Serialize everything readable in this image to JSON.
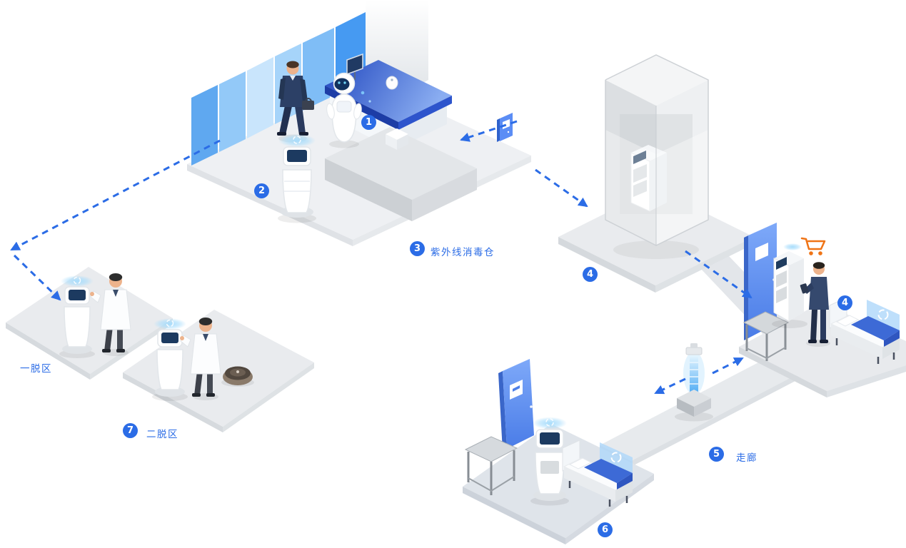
{
  "diagram": {
    "badges": {
      "b1": "1",
      "b2": "2",
      "b3": "3",
      "b4_elevator": "4",
      "b4_ward": "4",
      "b5": "5",
      "b6": "6",
      "b7": "7"
    },
    "labels": {
      "uv_chamber": "紫外线消毒仓",
      "corridor": "走廊",
      "doffing_area_1": "一脱区",
      "doffing_area_2": "二脱区"
    },
    "colors": {
      "accent_blue": "#2b6ce6",
      "wall_blue": "#5fa8f0",
      "door_blue": "#5b8df5",
      "blanket_blue": "#3d6ad6",
      "glow_blue": "#a8ddfc",
      "cart_orange": "#ef7416",
      "background": "#ffffff"
    },
    "icons": {
      "cart": "shopping-cart-icon",
      "door_sign": "elevator-door-icon",
      "spray": "disinfection-swirl-icon",
      "arrow": "dashed-route-arrow"
    }
  }
}
